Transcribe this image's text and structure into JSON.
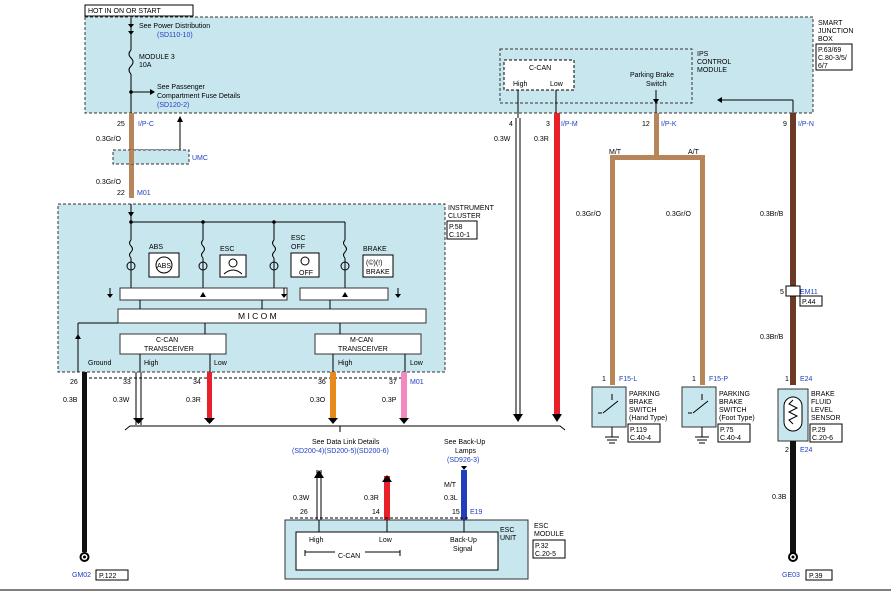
{
  "header": {
    "hot_label": "HOT IN ON OR START"
  },
  "sjb": {
    "title": [
      "SMART",
      "JUNCTION",
      "BOX"
    ],
    "ref": [
      "P.63/69",
      "C.80-3/5/",
      "6/7"
    ]
  },
  "power": {
    "see_power": "See Power Distribution",
    "power_ref": "(SD110-10)",
    "fuse_name": "MODULE 3",
    "fuse_amp": "10A",
    "see_pass": "See Passenger",
    "pass2": "Compartment Fuse Details",
    "pass_ref": "(SD120-2)"
  },
  "ips": {
    "title": [
      "IPS",
      "CONTROL",
      "MODULE"
    ],
    "ccan": "C-CAN",
    "high": "High",
    "low": "Low",
    "pbs": [
      "Parking Brake",
      "Switch"
    ]
  },
  "conn": {
    "p25": "25",
    "ipc": "I/P-C",
    "p4": "4",
    "p3": "3",
    "ipm": "I/P-M",
    "p12": "12",
    "ipk": "I/P-K",
    "p9": "9",
    "ipn": "I/P-N"
  },
  "wires": {
    "gro": "0.3Gr/O",
    "w": "0.3W",
    "r": "0.3R",
    "brb": "0.3Br/B",
    "b": "0.3B",
    "o": "0.3O",
    "p": "0.3P",
    "l": "0.3L"
  },
  "umc": "UMC",
  "m01": {
    "p22": "22",
    "name": "M01"
  },
  "cluster": {
    "title": [
      "INSTRUMENT",
      "CLUSTER"
    ],
    "ref": [
      "P.58",
      "C.10-1"
    ],
    "abs": "ABS",
    "esc": "ESC",
    "escoff": [
      "ESC",
      "OFF"
    ],
    "brake": "BRAKE",
    "mico": "M I C O   M",
    "ccan_tr": [
      "C-CAN",
      "TRANSCEIVER"
    ],
    "mcan_tr": [
      "M-CAN",
      "TRANSCEIVER"
    ],
    "ground": "Ground",
    "high": "High",
    "low": "Low"
  },
  "pins": {
    "p26": "26",
    "p33": "33",
    "p34": "34",
    "p36": "36",
    "p37": "37",
    "m01": "M01"
  },
  "mt_at": {
    "mt": "M/T",
    "at": "A/T"
  },
  "f15l": {
    "pin": "1",
    "name": "F15-L",
    "title": [
      "PARKING",
      "BRAKE",
      "SWITCH",
      "(Hand Type)"
    ],
    "ref": [
      "P.119",
      "C.40-4"
    ]
  },
  "f15p": {
    "pin": "1",
    "name": "F15-P",
    "title": [
      "PARKING",
      "BRAKE",
      "SWITCH",
      "(Foot Type)"
    ],
    "ref": [
      "P.75",
      "C.40-4"
    ]
  },
  "em11": {
    "pin": "5",
    "name": "EM11",
    "ref": "P.44"
  },
  "e24": {
    "pin1": "1",
    "name": "E24",
    "pin2": "2",
    "name2": "E24",
    "title": [
      "BRAKE",
      "FLUID",
      "LEVEL",
      "SENSOR"
    ],
    "ref": [
      "P.29",
      "C.20-6"
    ]
  },
  "datalink": {
    "see": "See Data Link Details",
    "refs": "(SD200-4)(SD200-5)(SD200-6)"
  },
  "backup": {
    "see": [
      "See Back-Up",
      "Lamps"
    ],
    "ref": "(SD926-3)",
    "mt": "M/T"
  },
  "esc_mod": {
    "title": [
      "ESC",
      "MODULE"
    ],
    "unit": "ESC",
    "unit2": "UNIT",
    "ref": [
      "P.32",
      "C.20-5"
    ],
    "p26": "26",
    "p14": "14",
    "p15": "15",
    "e19": "E19",
    "high": "High",
    "low": "Low",
    "ccan": "C-CAN",
    "backup": [
      "Back-Up",
      "Signal"
    ]
  },
  "grounds": {
    "gm02": "GM02",
    "gm02_ref": "P.122",
    "ge03": "GE03",
    "ge03_ref": "P.39"
  },
  "colors": {
    "tan": "#b8845a",
    "red": "#e8202a",
    "black": "#111111",
    "brown": "#6b3a24",
    "orange": "#e88a1a",
    "pink": "#f08ac0",
    "blue": "#1f3fbf",
    "panel": "#c8e6ee"
  }
}
